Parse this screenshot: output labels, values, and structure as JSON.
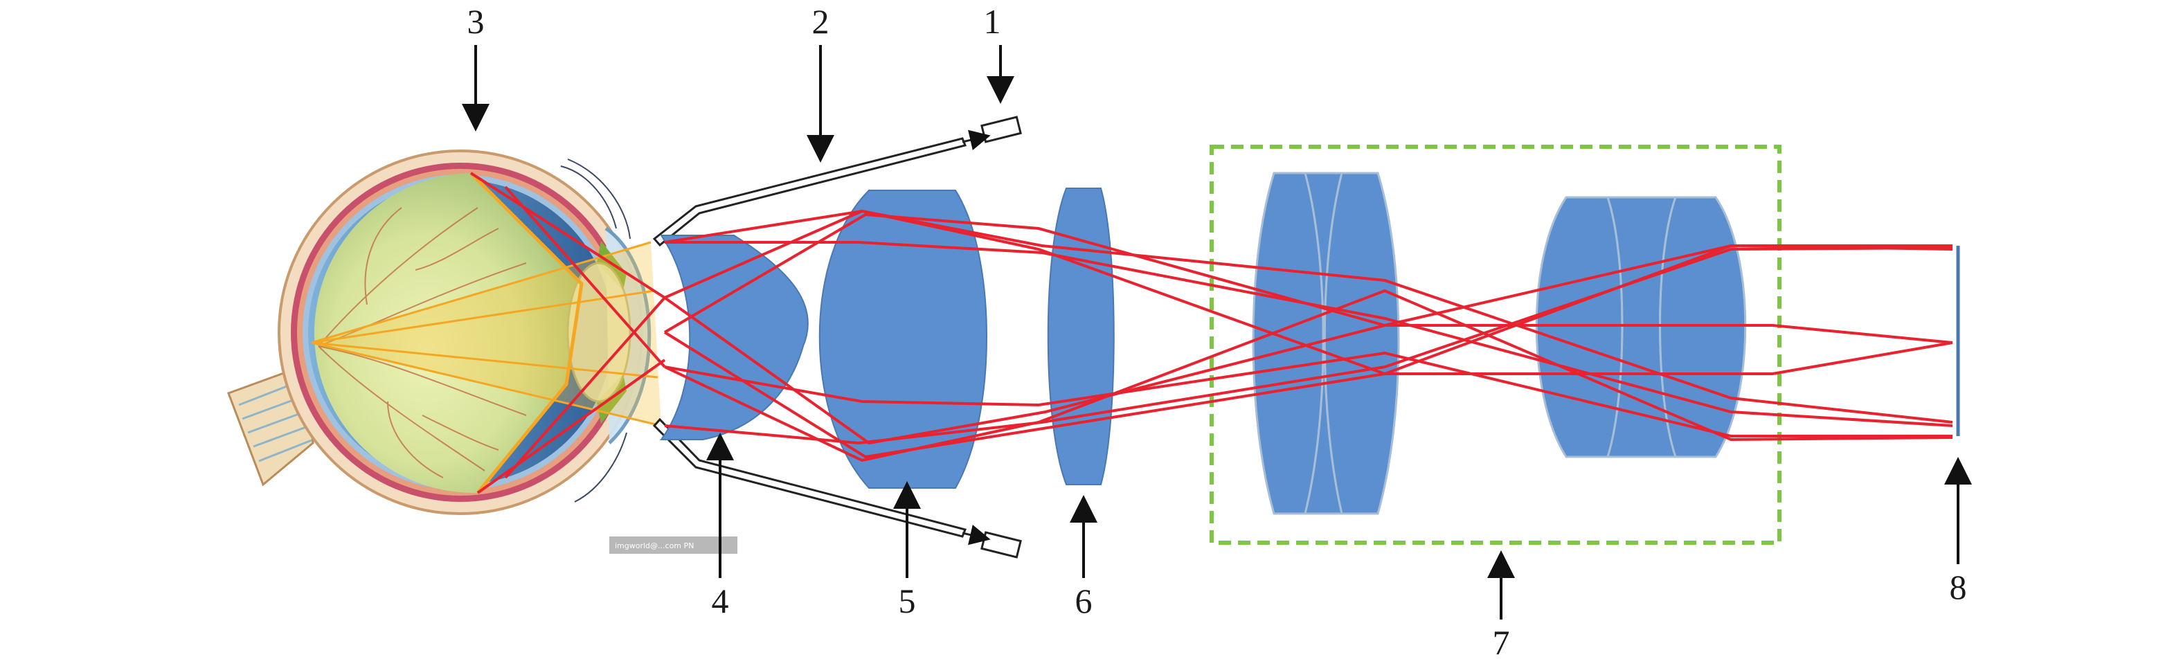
{
  "diagram": {
    "callouts": [
      {
        "id": "1",
        "label": "1"
      },
      {
        "id": "2",
        "label": "2"
      },
      {
        "id": "3",
        "label": "3"
      },
      {
        "id": "4",
        "label": "4"
      },
      {
        "id": "5",
        "label": "5"
      },
      {
        "id": "6",
        "label": "6"
      },
      {
        "id": "7",
        "label": "7"
      },
      {
        "id": "8",
        "label": "8"
      }
    ],
    "watermark": "imgworld@...com PN"
  },
  "colors": {
    "lens": "#5b8fcf",
    "lens_edge": "#4a78b3",
    "ray": "#e8232f",
    "eye_fundus": "#dfe8a3",
    "eye_cone": "#f5c23a",
    "group_box": "#7cc644",
    "sensor": "#4a78b3",
    "arrow": "#111111"
  }
}
